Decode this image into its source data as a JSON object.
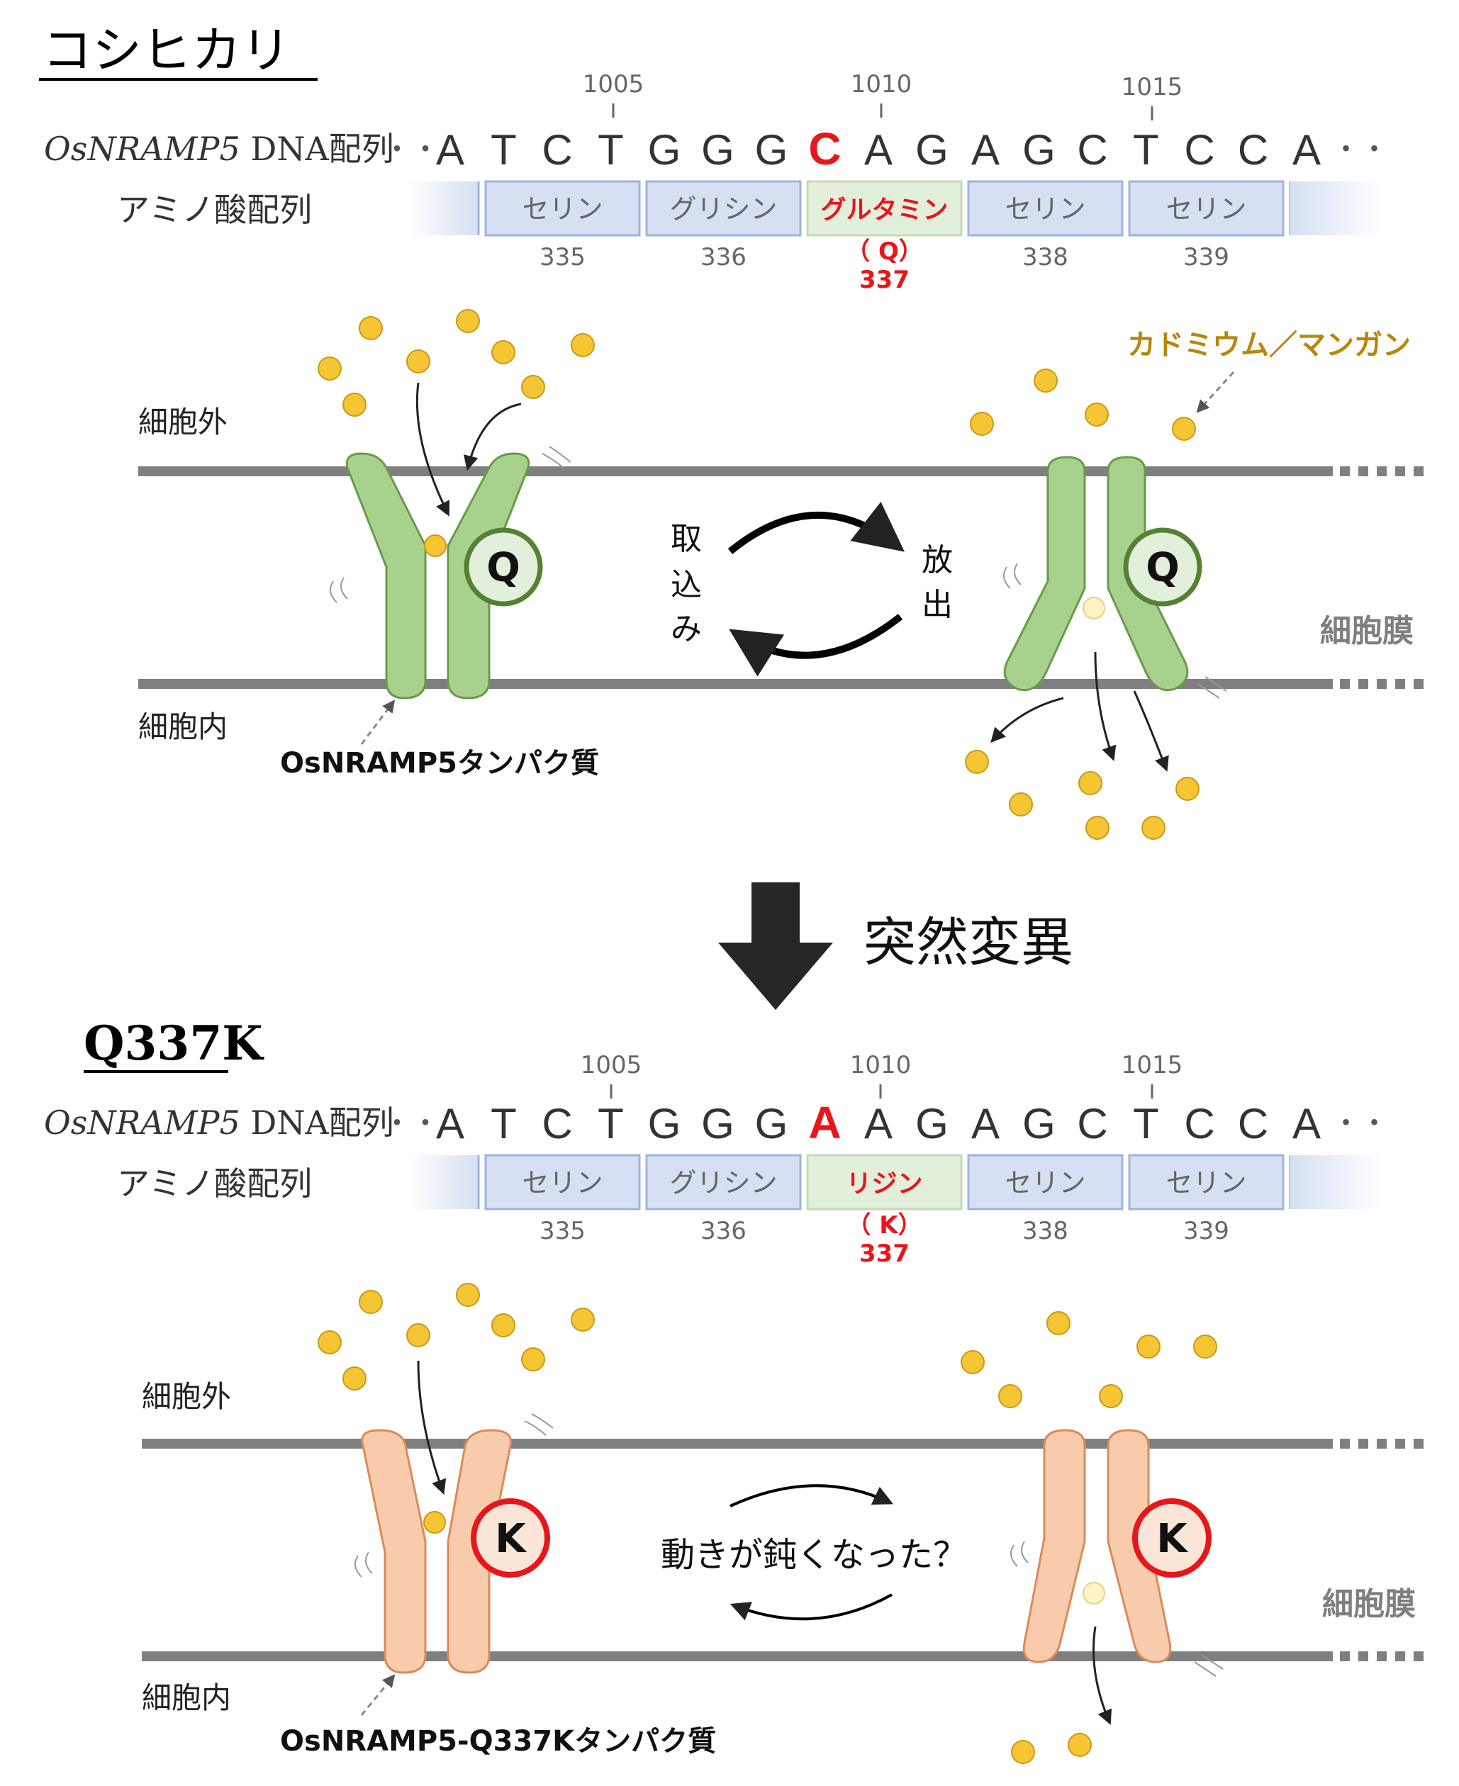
{
  "top": {
    "title": "コシヒカリ",
    "dna_label_italic": "OsNRAMP5",
    "dna_label_rest": " DNA配列",
    "aa_label": "アミノ酸配列",
    "positions": [
      "1005",
      "1010",
      "1015"
    ],
    "seq_start": "・・",
    "bases": [
      "A",
      "T",
      "C",
      "T",
      "G",
      "G",
      "G",
      "C",
      "A",
      "G",
      "A",
      "G",
      "C",
      "T",
      "C",
      "C",
      "A"
    ],
    "seq_end": "・・",
    "mutated_index": 7,
    "amino_acids": [
      {
        "name": "セリン",
        "num": "335"
      },
      {
        "name": "グリシン",
        "num": "336"
      },
      {
        "name": "グルタミン",
        "code": "（ Q）",
        "num": "337"
      },
      {
        "name": "セリン",
        "num": "338"
      },
      {
        "name": "セリン",
        "num": "339"
      }
    ],
    "outside": "細胞外",
    "inside": "細胞内",
    "membrane": "細胞膜",
    "ion_label": "カドミウム／マンガン",
    "uptake": [
      "取",
      "込",
      "み"
    ],
    "release": [
      "放",
      "出"
    ],
    "residue": "Q",
    "protein_label": "OsNRAMP5タンパク質"
  },
  "transition": "突然変異",
  "bottom": {
    "title": "Q337K",
    "dna_label_italic": "OsNRAMP5",
    "dna_label_rest": " DNA配列",
    "aa_label": "アミノ酸配列",
    "positions": [
      "1005",
      "1010",
      "1015"
    ],
    "seq_start": "・・",
    "bases": [
      "A",
      "T",
      "C",
      "T",
      "G",
      "G",
      "G",
      "A",
      "A",
      "G",
      "A",
      "G",
      "C",
      "T",
      "C",
      "C",
      "A"
    ],
    "seq_end": "・・",
    "mutated_index": 7,
    "amino_acids": [
      {
        "name": "セリン",
        "num": "335"
      },
      {
        "name": "グリシン",
        "num": "336"
      },
      {
        "name": "リジン",
        "code": "（ K）",
        "num": "337"
      },
      {
        "name": "セリン",
        "num": "338"
      },
      {
        "name": "セリン",
        "num": "339"
      }
    ],
    "outside": "細胞外",
    "inside": "細胞内",
    "membrane": "細胞膜",
    "center_text": "動きが鈍くなった？",
    "residue": "K",
    "protein_label": "OsNRAMP5-Q337Kタンパク質"
  },
  "colors": {
    "mutation_red": "#e8161b",
    "ion_fill": "#f6c533",
    "ion_label": "#b8860b",
    "wt_protein": "#a9d18e",
    "wt_protein_stroke": "#6a9a4a",
    "mut_protein": "#f8cbad",
    "mut_protein_stroke": "#d98b5a",
    "aa_box": "#d6e0f2",
    "aa_box_highlight": "#e2efda",
    "membrane": "#7f7f7f"
  }
}
